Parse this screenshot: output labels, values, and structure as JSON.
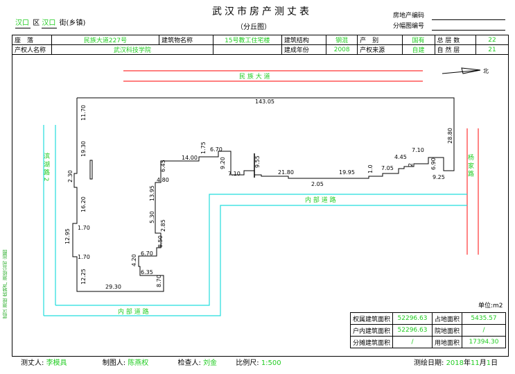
{
  "header": {
    "title": "武汉市房产测丈表",
    "subtitle": "（分丘图）",
    "district": "汉口",
    "district_suffix": "区",
    "street": "汉口",
    "street_suffix": "街(乡镇)",
    "property_code_label": "房地产编码",
    "sheet_code_label": "分幅图编号"
  },
  "info_table": {
    "location_label": "座　落",
    "location_value": "民族大道227号",
    "building_name_label": "建筑物名称",
    "building_name_value": "15号教工住宅楼",
    "structure_label": "建筑结构",
    "structure_value": "钢混",
    "property_type_label": "产　别",
    "property_type_value": "国有",
    "total_floors_label": "总 层 数",
    "total_floors_value": "22",
    "owner_label": "产权人名称",
    "owner_value": "武汉科技学院",
    "year_label": "建成年份",
    "year_value": "2008",
    "source_label": "产权来源",
    "source_value": "自建",
    "natural_floors_label": "自 然 层",
    "natural_floors_value": "21"
  },
  "plan": {
    "north_label": "北",
    "road_top": "民 族 大 道",
    "road_left": "滨 湖 路 2",
    "road_right": "杨 家 路",
    "road_inner_top": "内 部 道 路",
    "road_inner_bottom": "内 部 道 路",
    "dims": [
      "143.05",
      "11.70",
      "19.30",
      "2.30",
      "16.20",
      "1.70",
      "12.95",
      "1.70",
      "12.25",
      "29.30",
      "8.70",
      "6.35",
      "4.20",
      "6.70",
      "8.50",
      "2.85",
      "5.30",
      "13.95",
      "4.80",
      "6.45",
      "14.00",
      "1.75",
      "6.70",
      "9.20",
      "7.10",
      "9.55",
      "21.80",
      "2.05",
      "19.95",
      "1.0",
      "7.05",
      "4.45",
      "2",
      "7.10",
      "6.90",
      "9.25",
      "28.80"
    ]
  },
  "area_table": {
    "unit": "单位:m2",
    "rows": [
      {
        "l1": "权属建筑面积",
        "v1": "52296.63",
        "l2": "占地面积",
        "v2": "5435.57"
      },
      {
        "l1": "户内建筑面积",
        "v1": "52296.63",
        "l2": "院地面积",
        "v2": "/"
      },
      {
        "l1": "分摊建筑面积",
        "v1": "/",
        "l2": "用地面积",
        "v2": "17394.30"
      }
    ]
  },
  "footer": {
    "surveyor_label": "测丈人:",
    "surveyor": "李模具",
    "drafter_label": "制图人:",
    "drafter": "陈燕权",
    "checker_label": "检查人:",
    "checker": "刘金",
    "scale_label": "比例尺:",
    "scale": "1:500",
    "date_label": "测绘日期:",
    "date_year": "2018",
    "date_year_suffix": "年",
    "date_month": "11",
    "date_month_suffix": "月",
    "date_day": "1",
    "date_day_suffix": "日"
  },
  "side_note": "武汉 测绘 房地产 测绘公司 出图"
}
